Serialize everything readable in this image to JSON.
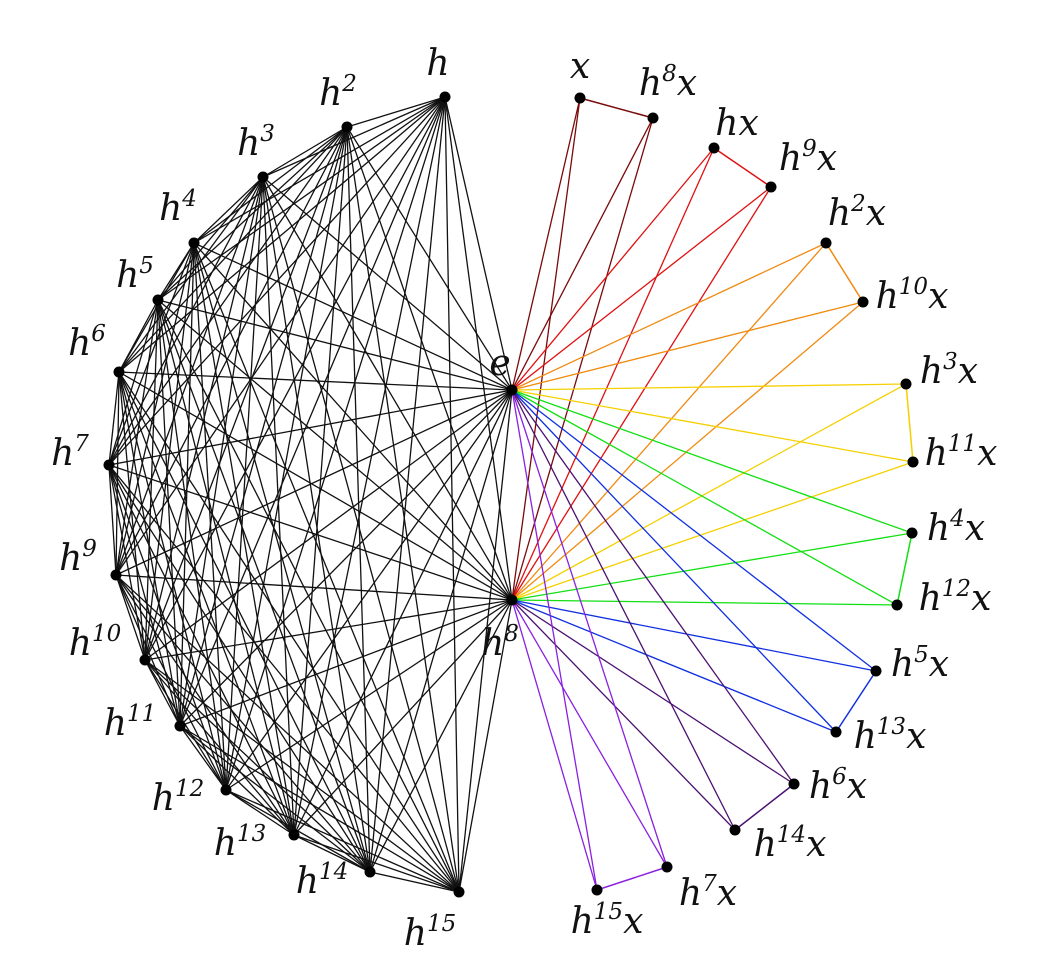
{
  "graph": {
    "center_nodes": [
      {
        "id": "e",
        "base": "e",
        "sup": ""
      },
      {
        "id": "h8",
        "base": "h",
        "sup": "8"
      }
    ],
    "left_nodes": [
      {
        "id": "h1",
        "base": "h",
        "sup": ""
      },
      {
        "id": "h2",
        "base": "h",
        "sup": "2"
      },
      {
        "id": "h3",
        "base": "h",
        "sup": "3"
      },
      {
        "id": "h4",
        "base": "h",
        "sup": "4"
      },
      {
        "id": "h5",
        "base": "h",
        "sup": "5"
      },
      {
        "id": "h6",
        "base": "h",
        "sup": "6"
      },
      {
        "id": "h7",
        "base": "h",
        "sup": "7"
      },
      {
        "id": "h9",
        "base": "h",
        "sup": "9"
      },
      {
        "id": "h10",
        "base": "h",
        "sup": "10"
      },
      {
        "id": "h11",
        "base": "h",
        "sup": "11"
      },
      {
        "id": "h12",
        "base": "h",
        "sup": "12"
      },
      {
        "id": "h13",
        "base": "h",
        "sup": "13"
      },
      {
        "id": "h14",
        "base": "h",
        "sup": "14"
      },
      {
        "id": "h15",
        "base": "h",
        "sup": "15"
      }
    ],
    "right_pairs": [
      {
        "color": "#7a0a0a",
        "a": {
          "id": "x",
          "base": "",
          "sup": "",
          "tail": "x"
        },
        "b": {
          "id": "h8x",
          "base": "h",
          "sup": "8",
          "tail": "x"
        }
      },
      {
        "color": "#e01010",
        "a": {
          "id": "hx",
          "base": "h",
          "sup": "",
          "tail": "x"
        },
        "b": {
          "id": "h9x",
          "base": "h",
          "sup": "9",
          "tail": "x"
        }
      },
      {
        "color": "#f08a10",
        "a": {
          "id": "h2x",
          "base": "h",
          "sup": "2",
          "tail": "x"
        },
        "b": {
          "id": "h10x",
          "base": "h",
          "sup": "10",
          "tail": "x"
        }
      },
      {
        "color": "#f5d000",
        "a": {
          "id": "h3x",
          "base": "h",
          "sup": "3",
          "tail": "x"
        },
        "b": {
          "id": "h11x",
          "base": "h",
          "sup": "11",
          "tail": "x"
        }
      },
      {
        "color": "#12e012",
        "a": {
          "id": "h4x",
          "base": "h",
          "sup": "4",
          "tail": "x"
        },
        "b": {
          "id": "h12x",
          "base": "h",
          "sup": "12",
          "tail": "x"
        }
      },
      {
        "color": "#1030e0",
        "a": {
          "id": "h5x",
          "base": "h",
          "sup": "5",
          "tail": "x"
        },
        "b": {
          "id": "h13x",
          "base": "h",
          "sup": "13",
          "tail": "x"
        }
      },
      {
        "color": "#4a1070",
        "a": {
          "id": "h6x",
          "base": "h",
          "sup": "6",
          "tail": "x"
        },
        "b": {
          "id": "h14x",
          "base": "h",
          "sup": "14",
          "tail": "x"
        }
      },
      {
        "color": "#8a20e0",
        "a": {
          "id": "h7x",
          "base": "h",
          "sup": "7",
          "tail": "x"
        },
        "b": {
          "id": "h15x",
          "base": "h",
          "sup": "15",
          "tail": "x"
        }
      }
    ],
    "edge_color_left": "#111111",
    "node_color": "#000000"
  }
}
